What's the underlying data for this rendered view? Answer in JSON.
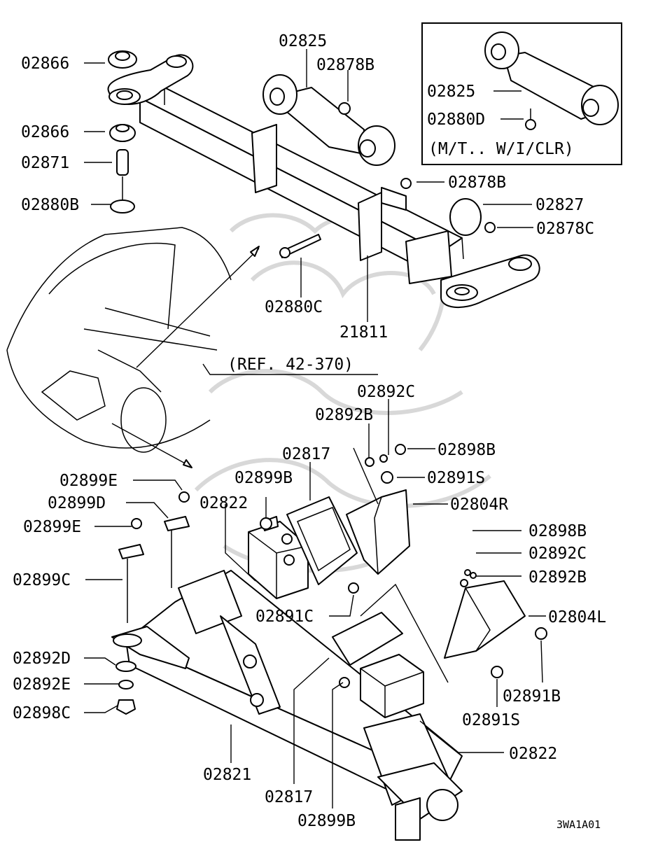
{
  "diagram": {
    "labels": {
      "l02866a": "02866",
      "l02866b": "02866",
      "l02871": "02871",
      "l02880B": "02880B",
      "l02825a": "02825",
      "l02878Ba": "02878B",
      "l02878Bb": "02878B",
      "l02827": "02827",
      "l02878C": "02878C",
      "l02880C": "02880C",
      "l21811": "21811",
      "lref": "(REF. 42-370)",
      "l02892Ca": "02892C",
      "l02892Ba": "02892B",
      "l02898Ba": "02898B",
      "l02817a": "02817",
      "l02891Sa": "02891S",
      "l02804R": "02804R",
      "l02899Ea": "02899E",
      "l02899B_a": "02899B",
      "l02899D": "02899D",
      "l02822a": "02822",
      "l02899Eb": "02899E",
      "l02899C": "02899C",
      "l02891C": "02891C",
      "l02898Bb": "02898B",
      "l02892Cb": "02892C",
      "l02892Bb": "02892B",
      "l02804L": "02804L",
      "l02892D": "02892D",
      "l02892E": "02892E",
      "l02898C": "02898C",
      "l02891B": "02891B",
      "l02891Sb": "02891S",
      "l02822b": "02822",
      "l02821": "02821",
      "l02817b": "02817",
      "l02899B_b": "02899B"
    },
    "inset": {
      "l02825": "02825",
      "l02880D": "02880D",
      "note": "(M/T.. W/I/CLR)"
    },
    "code": "3WA1A01"
  }
}
